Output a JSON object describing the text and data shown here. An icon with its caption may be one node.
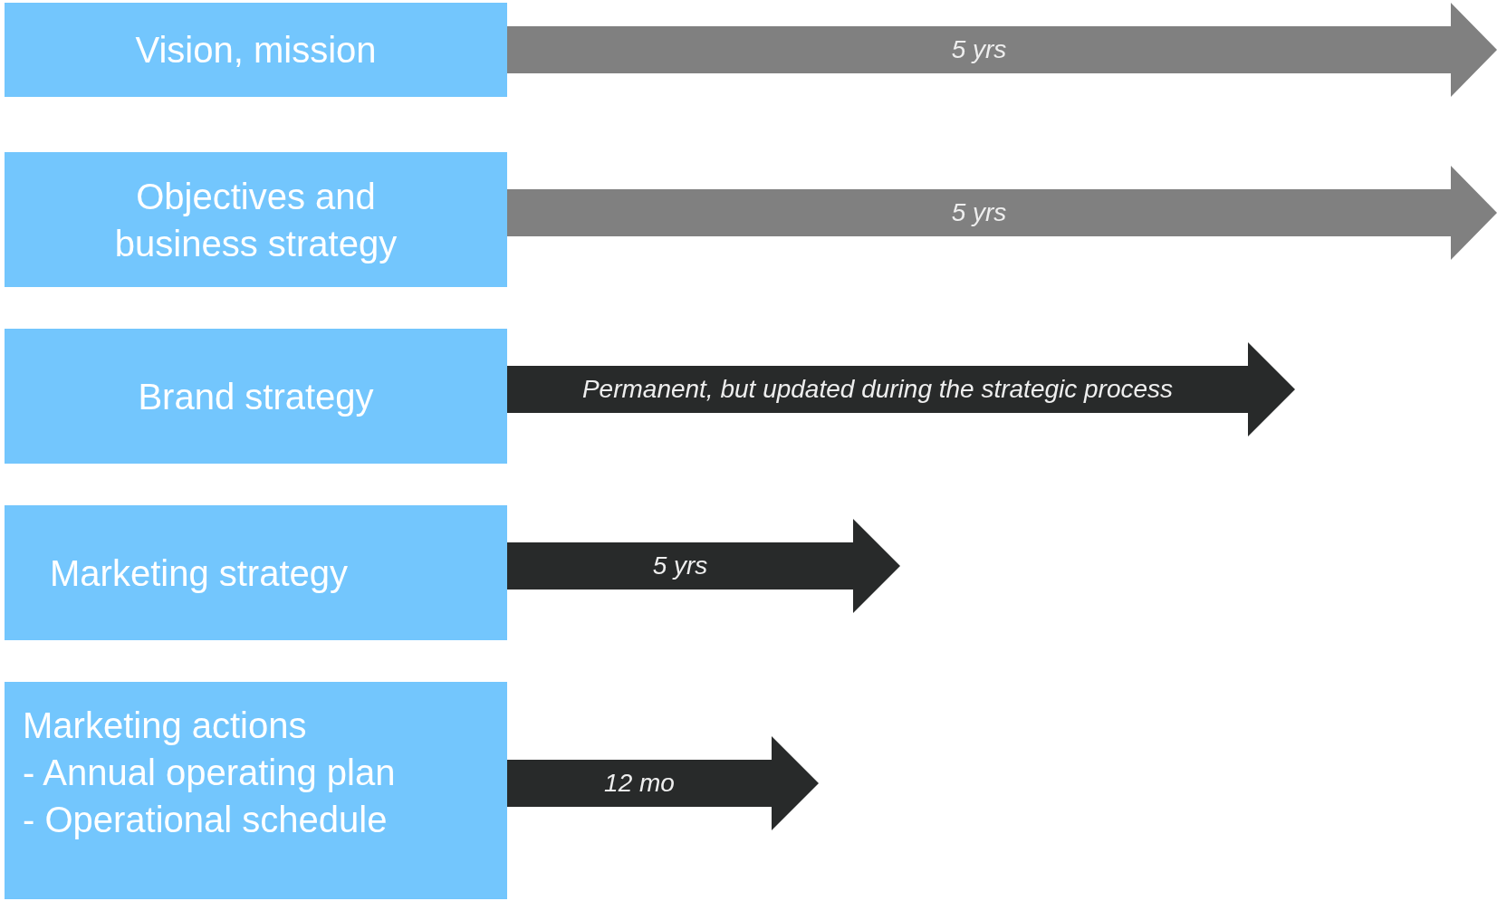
{
  "diagram": {
    "nodes": [
      {
        "text": [
          "Vision, mission"
        ]
      },
      {
        "text": [
          "Objectives and business strategy"
        ]
      },
      {
        "text": [
          "Brand strategy"
        ]
      },
      {
        "text": [
          "Marketing strategy"
        ]
      },
      {
        "text": [
          "Marketing actions",
          "- Annual operating plan",
          "- Operational schedule"
        ]
      }
    ],
    "edges": [
      {
        "from": 0,
        "to": null,
        "arrow": "to",
        "label": "5 yrs",
        "color": "#808080"
      },
      {
        "from": 1,
        "to": null,
        "arrow": "to",
        "label": "5 yrs",
        "color": "#808080"
      },
      {
        "from": 2,
        "to": null,
        "arrow": "to",
        "label": "Permanent, but updated during the strategic process"
      },
      {
        "from": 3,
        "to": null,
        "arrow": "to",
        "label": "5 yrs"
      },
      {
        "from": 4,
        "to": null,
        "arrow": "to",
        "label": "12 mo"
      }
    ]
  }
}
